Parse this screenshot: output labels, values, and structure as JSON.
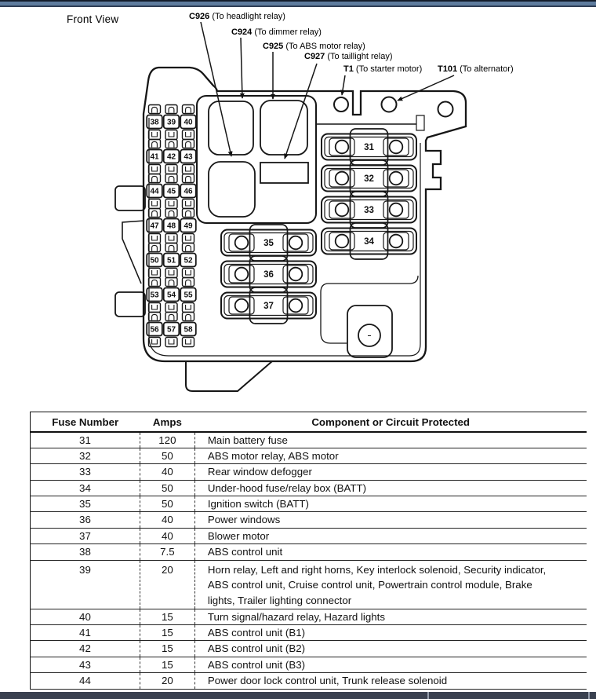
{
  "title": "Front View",
  "callouts": [
    {
      "id": "C926",
      "desc": "(To headlight relay)"
    },
    {
      "id": "C924",
      "desc": "(To dimmer relay)"
    },
    {
      "id": "C925",
      "desc": "(To ABS motor relay)"
    },
    {
      "id": "C927",
      "desc": "(To taillight relay)"
    },
    {
      "id": "T1",
      "desc": "(To starter motor)"
    },
    {
      "id": "T101",
      "desc": "(To alternator)"
    }
  ],
  "diagram": {
    "large_fuses": [
      "31",
      "32",
      "33",
      "34",
      "35",
      "36",
      "37"
    ],
    "mini_fuses": [
      "38",
      "39",
      "40",
      "41",
      "42",
      "43",
      "44",
      "45",
      "46",
      "47",
      "48",
      "49",
      "50",
      "51",
      "52",
      "53",
      "54",
      "55",
      "56",
      "57",
      "58"
    ]
  },
  "table": {
    "headers": {
      "fuse": "Fuse Number",
      "amps": "Amps",
      "component": "Component or Circuit Protected"
    },
    "rows": [
      {
        "fuse": "31",
        "amps": "120",
        "component": "Main battery fuse"
      },
      {
        "fuse": "32",
        "amps": "50",
        "component": "ABS motor relay, ABS motor"
      },
      {
        "fuse": "33",
        "amps": "40",
        "component": "Rear window defogger"
      },
      {
        "fuse": "34",
        "amps": "50",
        "component": "Under-hood fuse/relay box (BATT)"
      },
      {
        "fuse": "35",
        "amps": "50",
        "component": "Ignition switch (BATT)"
      },
      {
        "fuse": "36",
        "amps": "40",
        "component": "Power windows"
      },
      {
        "fuse": "37",
        "amps": "40",
        "component": "Blower motor"
      },
      {
        "fuse": "38",
        "amps": "7.5",
        "component": "ABS control unit"
      },
      {
        "fuse": "39",
        "amps": "20",
        "component": "Horn relay, Left and right horns, Key interlock solenoid, Security indicator, ABS control unit, Cruise control unit, Powertrain control module, Brake lights, Trailer lighting connector"
      },
      {
        "fuse": "40",
        "amps": "15",
        "component": "Turn signal/hazard relay, Hazard lights"
      },
      {
        "fuse": "41",
        "amps": "15",
        "component": "ABS control unit (B1)"
      },
      {
        "fuse": "42",
        "amps": "15",
        "component": "ABS control unit (B2)"
      },
      {
        "fuse": "43",
        "amps": "15",
        "component": "ABS control unit (B3)"
      },
      {
        "fuse": "44",
        "amps": "20",
        "component": "Power door lock control unit, Trunk release solenoid"
      }
    ]
  },
  "colors": {
    "top_bar": "#5e7c9e",
    "top_bar_edge": "#141d2b",
    "bottom_bar": "#3a4150",
    "line": "#161616",
    "paper": "#ffffff"
  }
}
